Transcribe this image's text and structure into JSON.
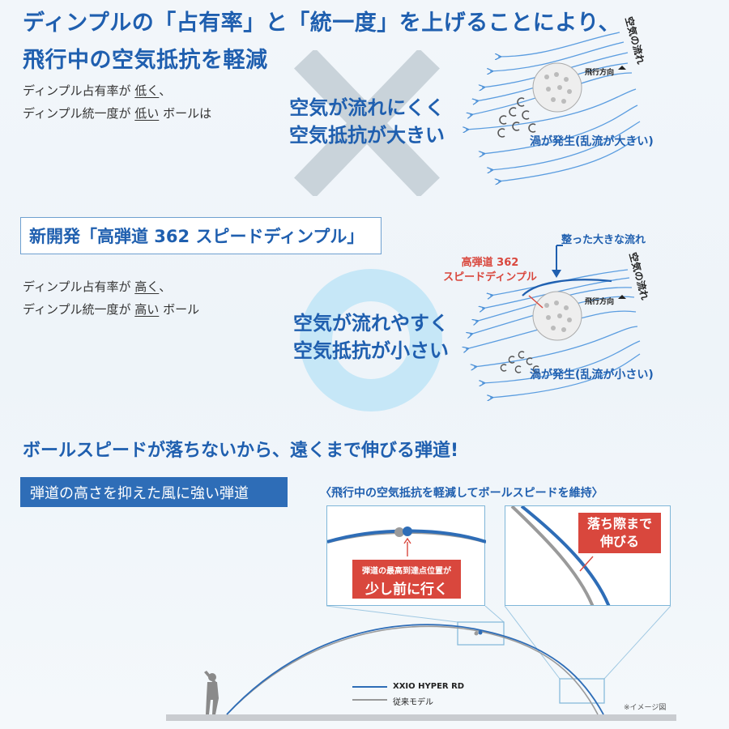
{
  "heading": {
    "line1": "ディンプルの「占有率」と「統一度」を上げることにより、",
    "line2": "飛行中の空気抵抗を軽減"
  },
  "bad": {
    "desc1_pre": "ディンプル占有率が ",
    "desc1_u": "低く",
    "desc1_post": "、",
    "desc2_pre": "ディンプル統一度が ",
    "desc2_u": "低い",
    "desc2_post": " ボールは",
    "center_line1": "空気が流れにくく",
    "center_line2": "空気抵抗が大きい",
    "air_flow": "空気の流れ",
    "direction": "飛行方向",
    "vortex": "渦が発生(乱流が大きい)"
  },
  "new_dev": {
    "title": "新開発「高弾道 362 スピードディンプル」",
    "desc1_pre": "ディンプル占有率が ",
    "desc1_u": "高く",
    "desc1_post": "、",
    "desc2_pre": "ディンプル統一度が ",
    "desc2_u": "高い",
    "desc2_post": " ボール",
    "center_line1": "空気が流れやすく",
    "center_line2": "空気抵抗が小さい",
    "big_flow": "整った大きな流れ",
    "red_label1": "高弾道 362",
    "red_label2": "スピードディンプル",
    "air_flow": "空気の流れ",
    "direction": "飛行方向",
    "vortex": "渦が発生(乱流が小さい)"
  },
  "trajectory": {
    "headline": "ボールスピードが落ちないから、遠くまで伸びる弾道!",
    "banner": "弾道の高さを抑えた風に強い弾道",
    "panel_caption": "〈飛行中の空気抵抗を軽減してボールスピードを維持〉",
    "apex_small": "弾道の最高到達点位置が",
    "apex_big": "少し前に行く",
    "fall_line1": "落ち際まで",
    "fall_line2": "伸びる",
    "legend_new": "XXIO HYPER RD",
    "legend_old": "従来モデル",
    "note": "※イメージ図",
    "colors": {
      "new": "#2e6db7",
      "old": "#9a9a9a",
      "accent_red": "#d9473d"
    }
  }
}
